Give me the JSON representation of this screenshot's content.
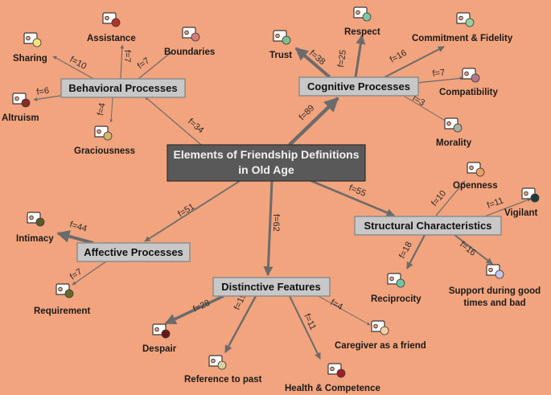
{
  "center": {
    "line1": "Elements of Friendship Definitions",
    "line2": "in Old Age"
  },
  "categories": {
    "behavioral": "Behavioral Processes",
    "cognitive": "Cognitive Processes",
    "structural": "Structural Characteristics",
    "affective": "Affective Processes",
    "distinctive": "Distinctive Features"
  },
  "center_edges": {
    "behavioral": "f=34",
    "cognitive": "f=89",
    "structural": "f=55",
    "affective": "f=51",
    "distinctive": "f=62"
  },
  "leaves": {
    "sharing": {
      "label": "Sharing",
      "f": "f=10"
    },
    "assistance": {
      "label": "Assistance",
      "f": "f=7"
    },
    "boundaries": {
      "label": "Boundaries",
      "f": "f=7"
    },
    "altruism": {
      "label": "Altruism",
      "f": "f=6"
    },
    "graciousness": {
      "label": "Graciousness",
      "f": "f=4"
    },
    "trust": {
      "label": "Trust",
      "f": "f=38"
    },
    "respect": {
      "label": "Respect",
      "f": "f=25"
    },
    "commitment": {
      "label": "Commitment & Fidelity",
      "f": "f=16"
    },
    "compatibility": {
      "label": "Compatibility",
      "f": "f=7"
    },
    "morality": {
      "label": "Morality",
      "f": "f=3"
    },
    "openness": {
      "label": "Openness",
      "f": "f=10"
    },
    "vigilant": {
      "label": "Vigilant",
      "f": "f=11"
    },
    "reciprocity": {
      "label": "Reciprocity",
      "f": "f=18"
    },
    "support_1": {
      "label": "Support during good"
    },
    "support_2": {
      "label": "times and bad",
      "f": "f=16"
    },
    "intimacy": {
      "label": "Intimacy",
      "f": "f=44"
    },
    "requirement": {
      "label": "Requirement",
      "f": "f=7"
    },
    "despair": {
      "label": "Despair",
      "f": "f=28"
    },
    "reference": {
      "label": "Reference to past",
      "f": "f=19"
    },
    "health": {
      "label": "Health & Competence",
      "f": "f=11"
    },
    "caregiver": {
      "label": "Caregiver as a friend",
      "f": "f=4"
    }
  },
  "colors": {
    "background": "#f2a47e",
    "center_box": "#595959",
    "category_box": "#c8c8c8",
    "edge": "#6b6b6b"
  },
  "icon_dots": {
    "sharing": "#f6e27a",
    "assistance": "#b5302c",
    "boundaries": "#d77b78",
    "altruism": "#8a2c24",
    "graciousness": "#d7b46a",
    "trust": "#7fbf8c",
    "respect": "#7ec7a4",
    "commitment": "#9ccf9c",
    "compatibility": "#b07a8a",
    "morality": "#a8b0a0",
    "openness": "#e8a060",
    "vigilant": "#1e3a3a",
    "reciprocity": "#72c4a6",
    "support": "#c4c8ea",
    "intimacy": "#5c5a2a",
    "requirement": "#6a6a28",
    "despair": "#6a1818",
    "reference": "#d8d0a0",
    "health": "#a51a24",
    "caregiver": "#f2d2a6"
  }
}
